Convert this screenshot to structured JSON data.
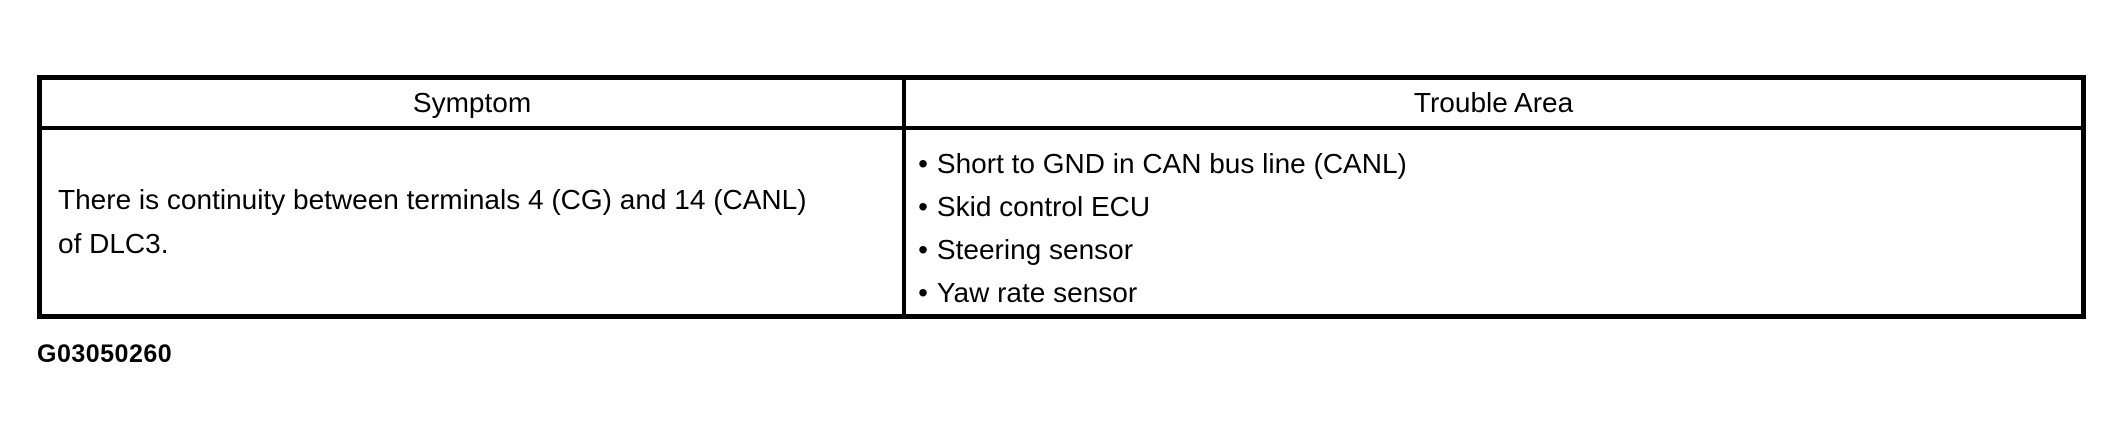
{
  "table": {
    "headers": [
      "Symptom",
      "Trouble Area"
    ],
    "row": {
      "symptom": "There is continuity between terminals 4 (CG) and 14 (CANL) of DLC3.",
      "trouble_items": [
        "Short to GND in CAN bus line (CANL)",
        "Skid control ECU",
        "Steering sensor",
        "Yaw rate sensor"
      ]
    }
  },
  "glyphs": {
    "bullet": "•"
  },
  "caption": "G03050260",
  "colors": {
    "text": "#000000",
    "border": "#000000",
    "background": "#ffffff"
  }
}
